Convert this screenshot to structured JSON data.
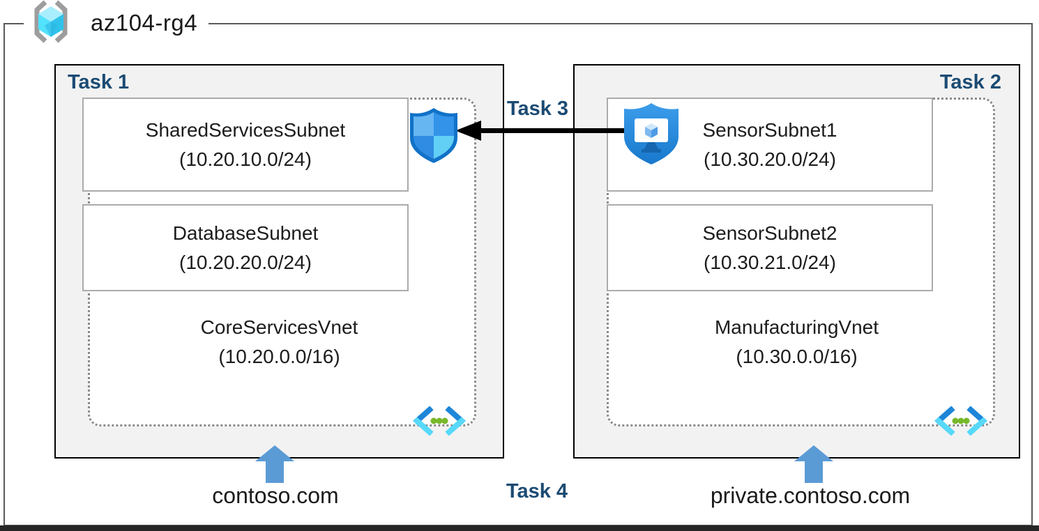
{
  "title": "az104-rg4",
  "resource_group": {
    "name": "az104-rg4"
  },
  "task_labels": {
    "t3": "Task 3",
    "t4": "Task 4"
  },
  "vnets": [
    {
      "task": "Task 1",
      "name": "CoreServicesVnet",
      "cidr": "(10.20.0.0/16)",
      "dns": "contoso.com",
      "subnets": [
        {
          "name": "SharedServicesSubnet",
          "cidr": "(10.20.10.0/24)"
        },
        {
          "name": "DatabaseSubnet",
          "cidr": "(10.20.20.0/24)"
        }
      ]
    },
    {
      "task": "Task 2",
      "name": "ManufacturingVnet",
      "cidr": "(10.30.0.0/16)",
      "dns": "private.contoso.com",
      "subnets": [
        {
          "name": "SensorSubnet1",
          "cidr": "(10.30.20.0/24)"
        },
        {
          "name": "SensorSubnet2",
          "cidr": "(10.30.21.0/24)"
        }
      ]
    }
  ],
  "connection": {
    "label": "Task 3",
    "from": "bastion-icon",
    "to": "network-security-group-icon",
    "direction": "right-to-left"
  },
  "icons": {
    "resource_group": "resource-group-icon",
    "nsg": "network-security-group-icon",
    "bastion": "bastion-icon",
    "vnet": "virtual-network-icon",
    "up_arrow": "up-arrow-icon"
  },
  "colors": {
    "task_label": "#1B4B73",
    "box_fill": "#F2F2F2",
    "box_border": "#000000",
    "dashed_border": "#8A8A8A",
    "subnet_border": "#ABABAB",
    "frame_border": "#595959",
    "arrow_black": "#000000",
    "arrow_blue": "#5B9BD5",
    "azure_blue": "#2B8CE4",
    "azure_cyan": "#50E6FF",
    "green_dot": "#76B82A"
  }
}
